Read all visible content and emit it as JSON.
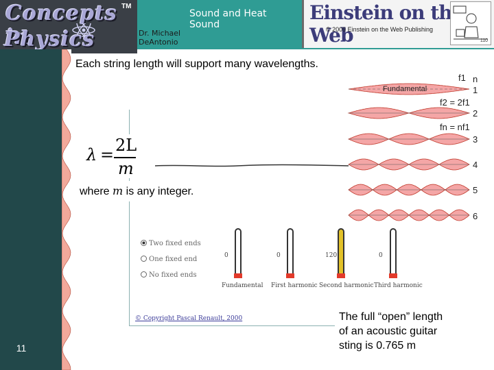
{
  "header": {
    "logo_line1": "Concepts in",
    "logo_line2": "Physics",
    "trademark": "TM",
    "author_line1": "Dr. Michael",
    "author_line2": "DeAntonio",
    "slide_title_line1": "Sound and Heat",
    "slide_title_line2": "Sound",
    "brand_title": "Einstein on the Web",
    "brand_copyright": "© 2009 Einstein on the Web Publishing",
    "cartoon_number": "110"
  },
  "sidebar": {
    "slide_number": "11"
  },
  "content": {
    "subtitle": "Each string length will support many wavelengths.",
    "equation": {
      "lhs": "λ",
      "equals": "=",
      "numerator": "2L",
      "denominator": "m"
    },
    "integer_note_prefix": "where ",
    "integer_note_var": "m",
    "integer_note_suffix": " is any integer.",
    "note_line1": "The full “open” length",
    "note_line2": "of an acoustic guitar",
    "note_line3": "sting is 0.765 m"
  },
  "applet": {
    "radio_options": [
      {
        "label": "Two fixed ends",
        "selected": true
      },
      {
        "label": "One fixed end",
        "selected": false
      },
      {
        "label": "No fixed ends",
        "selected": false
      }
    ],
    "tubes": [
      {
        "value": "0",
        "label": "Fundamental",
        "highlight": false
      },
      {
        "value": "0",
        "label": "First harmonic",
        "highlight": false
      },
      {
        "value": "120",
        "label": "Second harmonic",
        "highlight": true
      },
      {
        "value": "0",
        "label": "Third harmonic",
        "highlight": false
      }
    ],
    "copyright": "© Copyright Pascal Renault, 2000"
  },
  "harmonics": {
    "column_header": "n",
    "f1_label": "f1",
    "fundamental_label": "Fundamental",
    "f2_label": "f2 = 2f1",
    "fn_label": "fn = nf1",
    "modes": [
      "1",
      "2",
      "3",
      "4",
      "5",
      "6"
    ],
    "fill_color": "#f4a6a6",
    "stroke_color": "#c0392b"
  }
}
